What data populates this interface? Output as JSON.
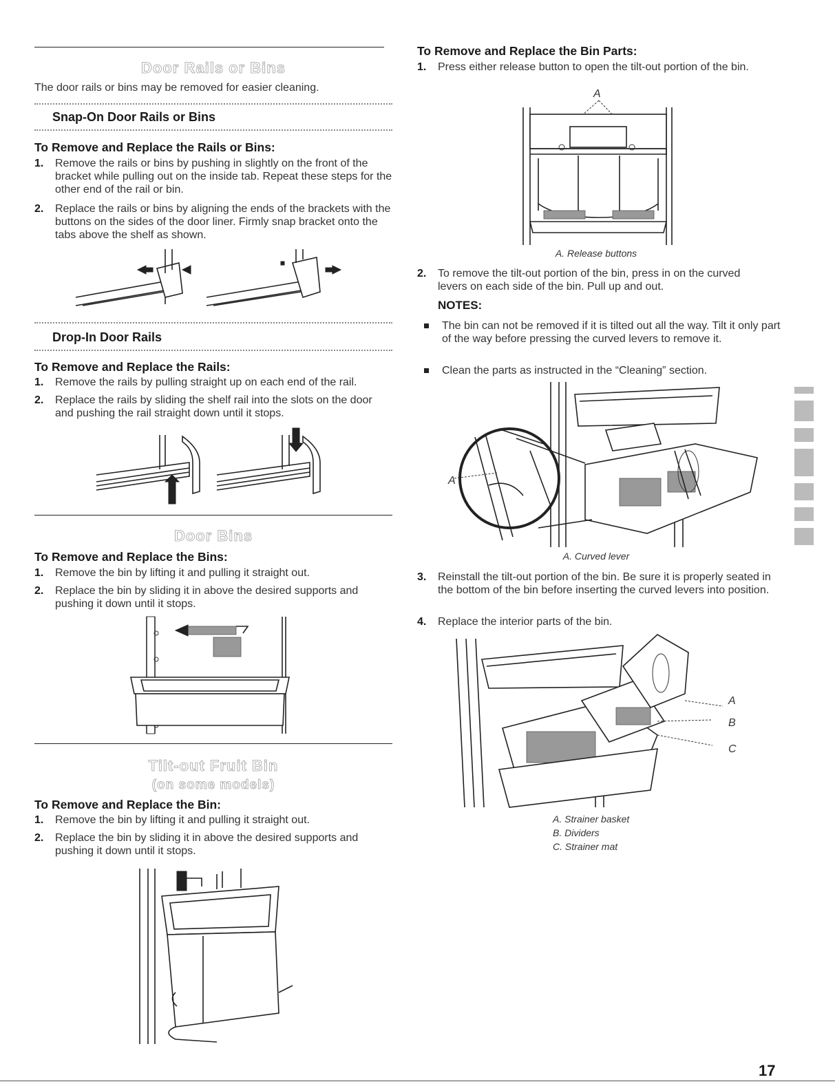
{
  "left": {
    "door_rails": {
      "title": "Door Rails or Bins",
      "intro": "The door rails or bins may be removed for easier cleaning.",
      "snap_on": {
        "title": "Snap-On Door Rails or Bins",
        "heading": "To Remove and Replace the Rails or Bins:",
        "steps": [
          {
            "num": "1.",
            "text": "Remove the rails or bins by pushing in slightly on the front of the bracket while pulling out on the inside tab. Repeat these steps for the other end of the rail or bin."
          },
          {
            "num": "2.",
            "text": "Replace the rails or bins by aligning the ends of the brackets with the buttons on the sides of the door liner. Firmly snap bracket onto the tabs above the shelf as shown."
          }
        ]
      },
      "drop_in": {
        "title": "Drop-In Door Rails",
        "heading": "To Remove and Replace the Rails:",
        "steps": [
          {
            "num": "1.",
            "text": "Remove the rails by pulling straight up on each end of the rail."
          },
          {
            "num": "2.",
            "text": "Replace the rails by sliding the shelf rail into the slots on the door and pushing the rail straight down until it stops."
          }
        ]
      }
    },
    "door_bins": {
      "title": "Door Bins",
      "heading": "To Remove and Replace the Bins:",
      "steps": [
        {
          "num": "1.",
          "text": "Remove the bin by lifting it and pulling it straight out."
        },
        {
          "num": "2.",
          "text": "Replace the bin by sliding it in above the desired supports and pushing it down until it stops."
        }
      ]
    },
    "tilt_out": {
      "title": "Tilt-out Fruit Bin",
      "subtitle": "(on some models)",
      "heading": "To Remove and Replace the Bin:",
      "steps": [
        {
          "num": "1.",
          "text": "Remove the bin by lifting it and pulling it straight out."
        },
        {
          "num": "2.",
          "text": "Replace the bin by sliding it in above the desired supports and pushing it down until it stops."
        }
      ]
    }
  },
  "right": {
    "heading": "To Remove and Replace the Bin Parts:",
    "step1": {
      "num": "1.",
      "text": "Press either release button to open the tilt-out portion of the bin."
    },
    "fig1": {
      "label": "A",
      "caption": "A. Release buttons"
    },
    "step2": {
      "num": "2.",
      "text": "To remove the tilt-out portion of the bin, press in on the curved levers on each side of the bin. Pull up and out."
    },
    "notes_label": "NOTES:",
    "notes": [
      "The bin can not be removed if it is tilted out all the way. Tilt it only part of the way before pressing the curved levers to remove it.",
      "Clean the parts as instructed in the “Cleaning” section."
    ],
    "fig2": {
      "label": "A",
      "caption": "A. Curved lever"
    },
    "step3": {
      "num": "3.",
      "text": "Reinstall the tilt-out portion of the bin. Be sure it is properly seated in the bottom of the bin before inserting the curved levers into position."
    },
    "step4": {
      "num": "4.",
      "text": "Replace the interior parts of the bin."
    },
    "fig3": {
      "labels": [
        "A",
        "B",
        "C"
      ],
      "captions": [
        "A. Strainer basket",
        "B. Dividers",
        "C. Strainer mat"
      ]
    }
  },
  "page_number": "17"
}
